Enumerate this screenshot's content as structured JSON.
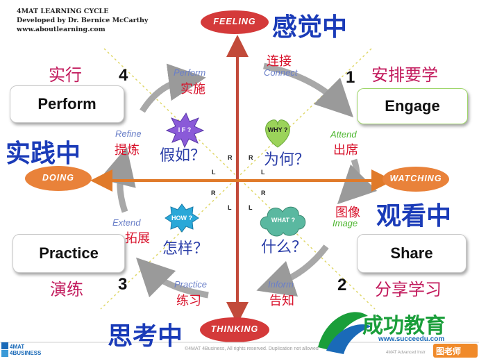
{
  "credits": {
    "line1": "4MAT LEARNING CYCLE ",
    "line2": "Developed by Dr. Bernice McCarthy ",
    "line3": "www.aboutlearning.com "
  },
  "poles": {
    "feeling": {
      "label": "FEELING",
      "cn": "感觉中"
    },
    "watching": {
      "label": "WATCHING",
      "cn": "观看中"
    },
    "thinking": {
      "label": "THINKING",
      "cn": "思考中"
    },
    "doing": {
      "label": "DOING",
      "cn": "实践中"
    }
  },
  "boxes": {
    "engage": {
      "label": "Engage",
      "number": "1",
      "cn": "安排要学"
    },
    "share": {
      "label": "Share",
      "number": "2",
      "cn": "分享学习"
    },
    "practice": {
      "label": "Practice",
      "number": "3",
      "cn": "演练"
    },
    "perform": {
      "label": "Perform",
      "number": "4",
      "cn": "实行"
    }
  },
  "steps": {
    "connect": {
      "en": "Connect",
      "cn": "连接"
    },
    "attend": {
      "en": "Attend",
      "cn": "出席"
    },
    "image": {
      "en": "Image",
      "cn": "图像"
    },
    "inform": {
      "en": "Inform",
      "cn": "告知"
    },
    "practice": {
      "en": "Practice",
      "cn": "练习"
    },
    "extend": {
      "en": "Extend",
      "cn": "拓展"
    },
    "refine": {
      "en": "Refine",
      "cn": "提炼"
    },
    "perform": {
      "en": "Perform",
      "cn": "实施"
    }
  },
  "quadrants": {
    "why": {
      "label": "WHY ?",
      "cn": "为何？"
    },
    "what": {
      "label": "WHAT ?",
      "cn": "什么？"
    },
    "how": {
      "label": "HOW ?",
      "cn": "怎样？"
    },
    "if": {
      "label": "I F ?",
      "cn": "假如？"
    }
  },
  "brain": {
    "r": "R",
    "l": "L"
  },
  "footer": {
    "left_logo_line1": "4MAT",
    "left_logo_line2": "4BUSINESS",
    "copyright": "©4MAT 4Business, All rights reserved. Duplication not allowed",
    "right_fragment": "4MAT Advanced Instr"
  },
  "watermark": {
    "cn": "成功教育",
    "url": "www.succeedu.com",
    "badge": "图老师"
  },
  "colors": {
    "axis": "#e07a2a",
    "pill": "#e9823a",
    "feeling_pill": "#d43a3a",
    "star": "#8a5ad8",
    "heart": "#9bd35a",
    "cloud": "#5ab8a0",
    "starburst": "#2aa8d8"
  }
}
